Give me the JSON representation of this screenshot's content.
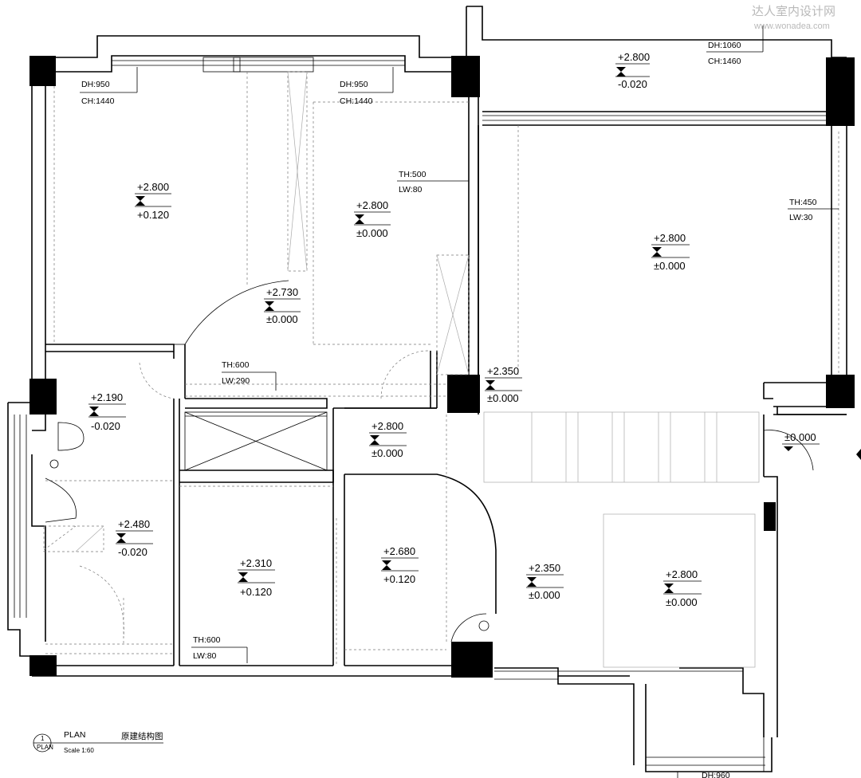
{
  "watermark": {
    "line1": "达人室内设计网",
    "line2": "www.wonadea.com"
  },
  "levels": [
    {
      "id": "balcony-top",
      "top": "+2.800",
      "bottom": "-0.020"
    },
    {
      "id": "bedroom-left",
      "top": "+2.800",
      "bottom": "+0.120"
    },
    {
      "id": "bedroom-mid",
      "top": "+2.800",
      "bottom": "±0.000"
    },
    {
      "id": "corridor",
      "top": "+2.730",
      "bottom": "±0.000"
    },
    {
      "id": "living",
      "top": "+2.800",
      "bottom": "±0.000"
    },
    {
      "id": "entry-beam",
      "top": "+2.350",
      "bottom": "±0.000"
    },
    {
      "id": "bath-upper",
      "top": "+2.190",
      "bottom": "-0.020"
    },
    {
      "id": "hall-small",
      "top": "+2.800",
      "bottom": "±0.000"
    },
    {
      "id": "bath-lower",
      "top": "+2.480",
      "bottom": "-0.020"
    },
    {
      "id": "storage",
      "top": "+2.310",
      "bottom": "+0.120"
    },
    {
      "id": "kitchen",
      "top": "+2.680",
      "bottom": "+0.120"
    },
    {
      "id": "dining-beam",
      "top": "+2.350",
      "bottom": "±0.000"
    },
    {
      "id": "dining",
      "top": "+2.800",
      "bottom": "±0.000"
    }
  ],
  "entry_level": "±0.000",
  "notes": [
    {
      "id": "dh-bed-left",
      "l1": "DH:950",
      "l2": "CH:1440"
    },
    {
      "id": "dh-bed-mid",
      "l1": "DH:950",
      "l2": "CH:1440"
    },
    {
      "id": "dh-balcony",
      "l1": "DH:1060",
      "l2": "CH:1460"
    },
    {
      "id": "th-bed-mid",
      "l1": "TH:500",
      "l2": "LW:80"
    },
    {
      "id": "th-living",
      "l1": "TH:450",
      "l2": "LW:30"
    },
    {
      "id": "th-corridor",
      "l1": "TH:600",
      "l2": "LW:290"
    },
    {
      "id": "th-storage",
      "l1": "TH:600",
      "l2": "LW:80"
    },
    {
      "id": "dh-bottom",
      "l1": "DH:960"
    }
  ],
  "title_block": {
    "number": "1",
    "plan_tag": "PLAN",
    "title": "PLAN",
    "title_cn": "原建结构图",
    "scale": "Scale 1:60"
  }
}
